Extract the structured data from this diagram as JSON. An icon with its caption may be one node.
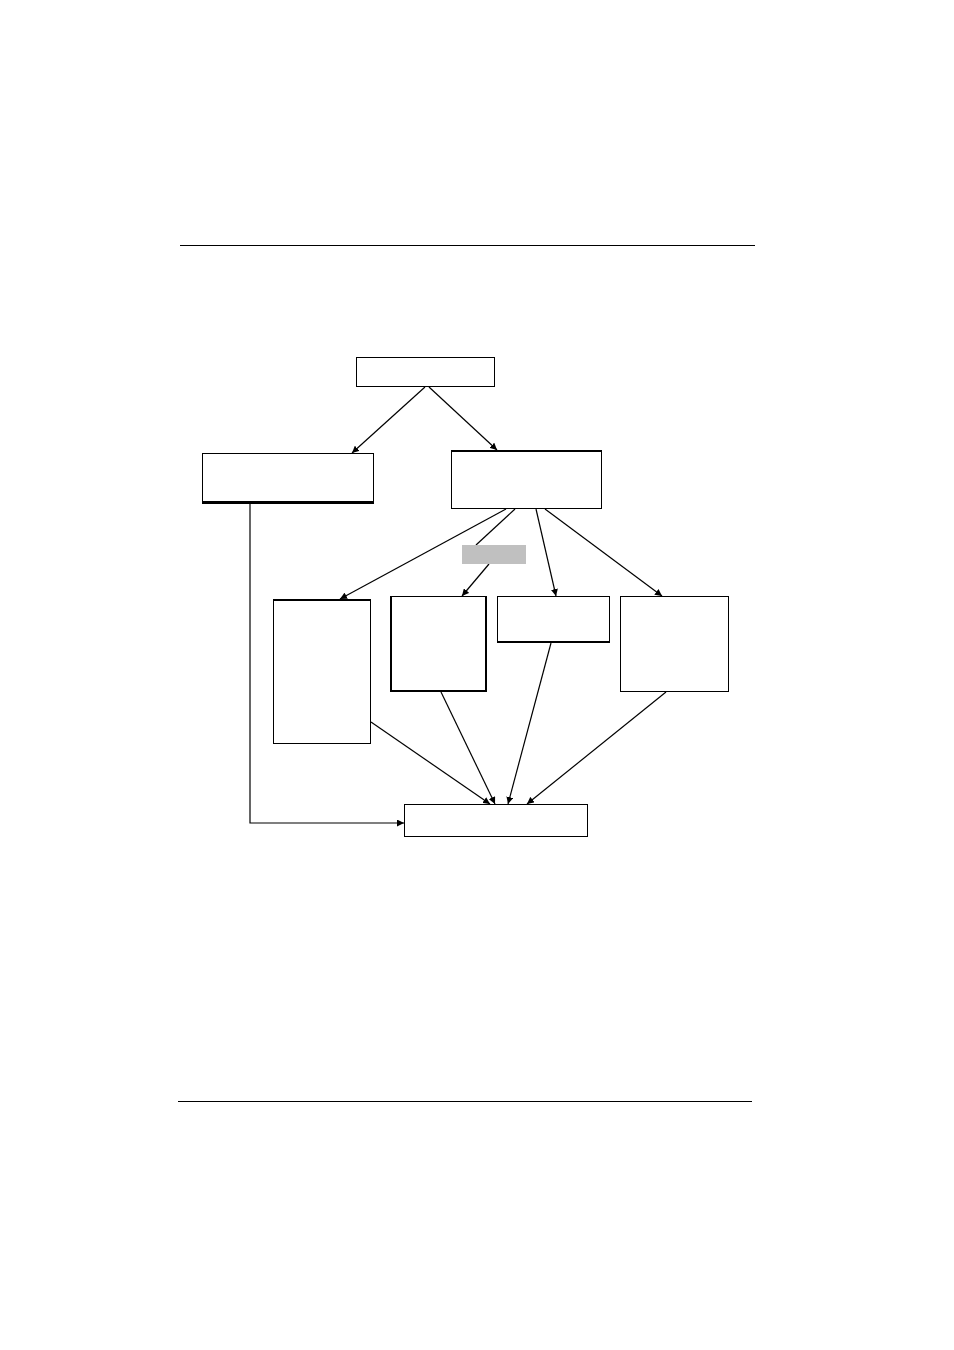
{
  "diagram": {
    "nodes": [
      {
        "text": [],
        "shape": "box"
      },
      {
        "text": [],
        "shape": "box"
      },
      {
        "text": [],
        "shape": "box"
      },
      {
        "text": [],
        "shape": "box"
      },
      {
        "text": [],
        "shape": "box"
      },
      {
        "text": [],
        "shape": "box"
      },
      {
        "text": [],
        "shape": "box"
      },
      {
        "text": [],
        "shape": "box"
      },
      {
        "text": [],
        "shape": "box"
      }
    ],
    "edges": [
      {
        "from": 0,
        "to": 1,
        "arrow": "to"
      },
      {
        "from": 0,
        "to": 2,
        "arrow": "to"
      },
      {
        "from": 2,
        "to": 4,
        "arrow": "to"
      },
      {
        "from": 2,
        "to": 3,
        "arrow": "none"
      },
      {
        "from": 3,
        "to": 5,
        "arrow": "to"
      },
      {
        "from": 2,
        "to": 6,
        "arrow": "to"
      },
      {
        "from": 2,
        "to": 7,
        "arrow": "to"
      },
      {
        "from": 1,
        "to": 8,
        "arrow": "to"
      },
      {
        "from": 4,
        "to": 8,
        "arrow": "to"
      },
      {
        "from": 5,
        "to": 8,
        "arrow": "to"
      },
      {
        "from": 6,
        "to": 8,
        "arrow": "to"
      },
      {
        "from": 7,
        "to": 8,
        "arrow": "to"
      }
    ]
  }
}
